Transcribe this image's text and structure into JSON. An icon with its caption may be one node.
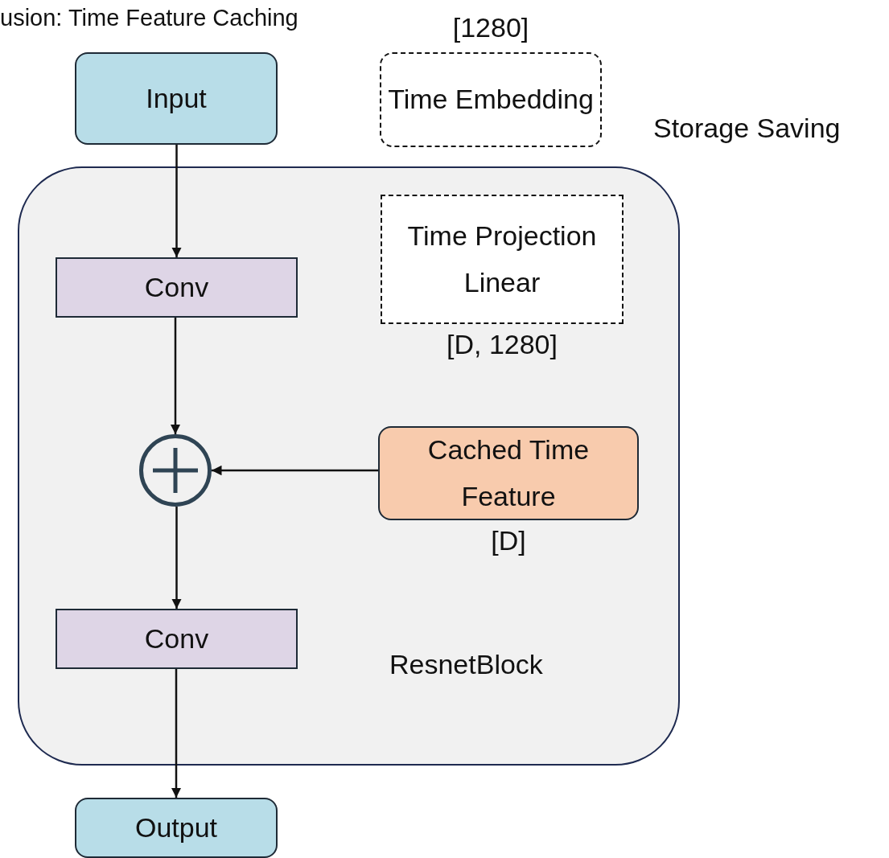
{
  "diagram": {
    "title": "usion: Time Feature Caching",
    "nodes": [
      {
        "text": [
          "Input"
        ]
      },
      {
        "text": [
          "Time Embedding"
        ],
        "beside": [
          "[1280]"
        ]
      },
      {
        "text": [
          "ResnetBlock"
        ]
      },
      {
        "text": [
          "Conv"
        ],
        "in": 2
      },
      {
        "text": [
          "Time Projection Linear"
        ],
        "in": 2,
        "beside": [
          "[D, 1280]"
        ]
      },
      {
        "text": [],
        "shape": "circle",
        "in": 2
      },
      {
        "text": [
          "Cached Time Feature"
        ],
        "in": 2,
        "beside": [
          "[D]"
        ]
      },
      {
        "text": [
          "Conv"
        ],
        "in": 2
      },
      {
        "text": [
          "Output"
        ]
      }
    ],
    "edges": [
      {
        "from": 0,
        "to": 3,
        "arrow": "to"
      },
      {
        "from": 3,
        "to": 5,
        "arrow": "to"
      },
      {
        "from": 6,
        "to": 5,
        "arrow": "to"
      },
      {
        "from": 5,
        "to": 7,
        "arrow": "to"
      },
      {
        "from": 7,
        "to": 8,
        "arrow": "to"
      }
    ],
    "labels": [
      "Storage Saving"
    ]
  }
}
